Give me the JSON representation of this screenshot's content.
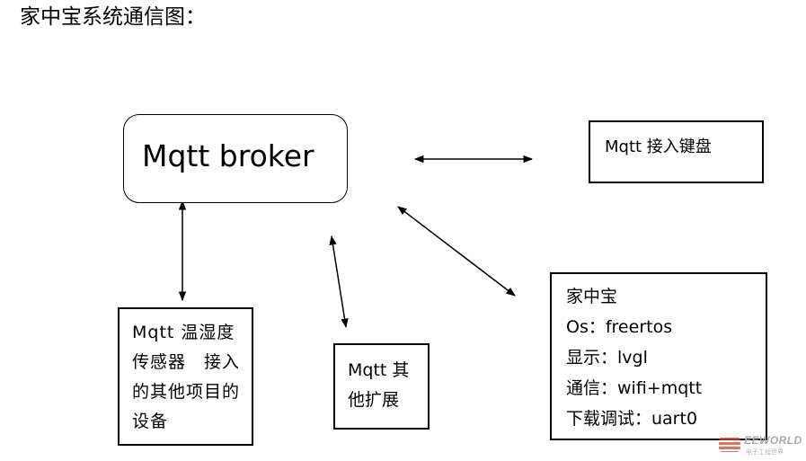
{
  "title": "家中宝系统通信图：",
  "nodes": {
    "broker": {
      "label": "Mqtt broker"
    },
    "keyboard": {
      "label": "Mqtt 接入键盘"
    },
    "sensor": {
      "label": "Mqtt 温湿度传感器　接入的其他项目的设备"
    },
    "extension": {
      "label": "Mqtt 其他扩展"
    },
    "home": {
      "lines": [
        "家中宝",
        "Os：freertos",
        "显示：lvgl",
        "通信：wifi+mqtt",
        "下载调试：uart0"
      ]
    }
  },
  "edges": [
    {
      "from": "broker",
      "to": "keyboard",
      "direction": "both"
    },
    {
      "from": "broker",
      "to": "home",
      "direction": "both"
    },
    {
      "from": "broker",
      "to": "sensor",
      "direction": "both"
    },
    {
      "from": "broker",
      "to": "extension",
      "direction": "both"
    }
  ],
  "watermark": {
    "brand": "EEWORLD",
    "sub": "电子工程世界"
  }
}
